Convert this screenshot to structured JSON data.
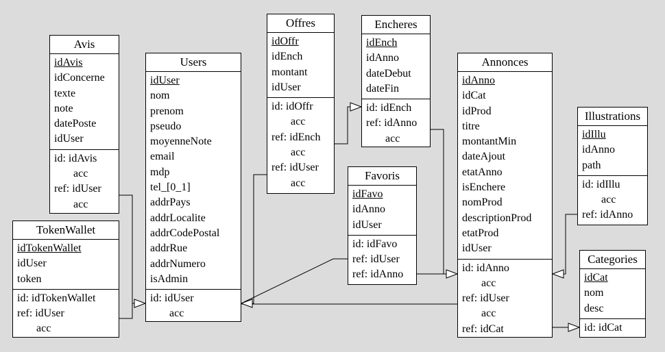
{
  "entities": {
    "avis": {
      "name": "Avis",
      "attributes": [
        "idAvis",
        "idConcerne",
        "texte",
        "note",
        "datePoste",
        "idUser"
      ],
      "constraints": [
        "id: idAvis",
        "acc",
        "ref: idUser",
        "acc"
      ]
    },
    "users": {
      "name": "Users",
      "attributes": [
        "idUser",
        "nom",
        "prenom",
        "pseudo",
        "moyenneNote",
        "email",
        "mdp",
        "tel_[0_1]",
        "addrPays",
        "addrLocalite",
        "addrCodePostal",
        "addrRue",
        "addrNumero",
        "isAdmin"
      ],
      "constraints": [
        "id: idUser",
        "acc"
      ]
    },
    "tokenwallet": {
      "name": "TokenWallet",
      "attributes": [
        "idTokenWallet",
        "idUser",
        "token"
      ],
      "constraints": [
        "id: idTokenWallet",
        "ref: idUser",
        "acc"
      ]
    },
    "offres": {
      "name": "Offres",
      "attributes": [
        "idOffr",
        "idEnch",
        "montant",
        "idUser"
      ],
      "constraints": [
        "id: idOffr",
        "acc",
        "ref: idEnch",
        "acc",
        "ref: idUser",
        "acc"
      ]
    },
    "encheres": {
      "name": "Encheres",
      "attributes": [
        "idEnch",
        "idAnno",
        "dateDebut",
        "dateFin"
      ],
      "constraints": [
        "id: idEnch",
        "ref: idAnno",
        "acc"
      ]
    },
    "favoris": {
      "name": "Favoris",
      "attributes": [
        "idFavo",
        "idAnno",
        "idUser"
      ],
      "constraints": [
        "id: idFavo",
        "ref: idUser",
        "ref: idAnno"
      ]
    },
    "annonces": {
      "name": "Annonces",
      "attributes": [
        "idAnno",
        "idCat",
        "idProd",
        "titre",
        "montantMin",
        "dateAjout",
        "etatAnno",
        "isEnchere",
        "nomProd",
        "descriptionProd",
        "etatProd",
        "idUser"
      ],
      "constraints": [
        "id: idAnno",
        "acc",
        "ref: idUser",
        "acc",
        "ref: idCat"
      ]
    },
    "illustrations": {
      "name": "Illustrations",
      "attributes": [
        "idIllu",
        "idAnno",
        "path"
      ],
      "constraints": [
        "id: idIllu",
        "acc",
        "ref: idAnno"
      ]
    },
    "categories": {
      "name": "Categories",
      "attributes": [
        "idCat",
        "nom",
        "desc"
      ],
      "constraints": [
        "id: idCat"
      ]
    }
  }
}
